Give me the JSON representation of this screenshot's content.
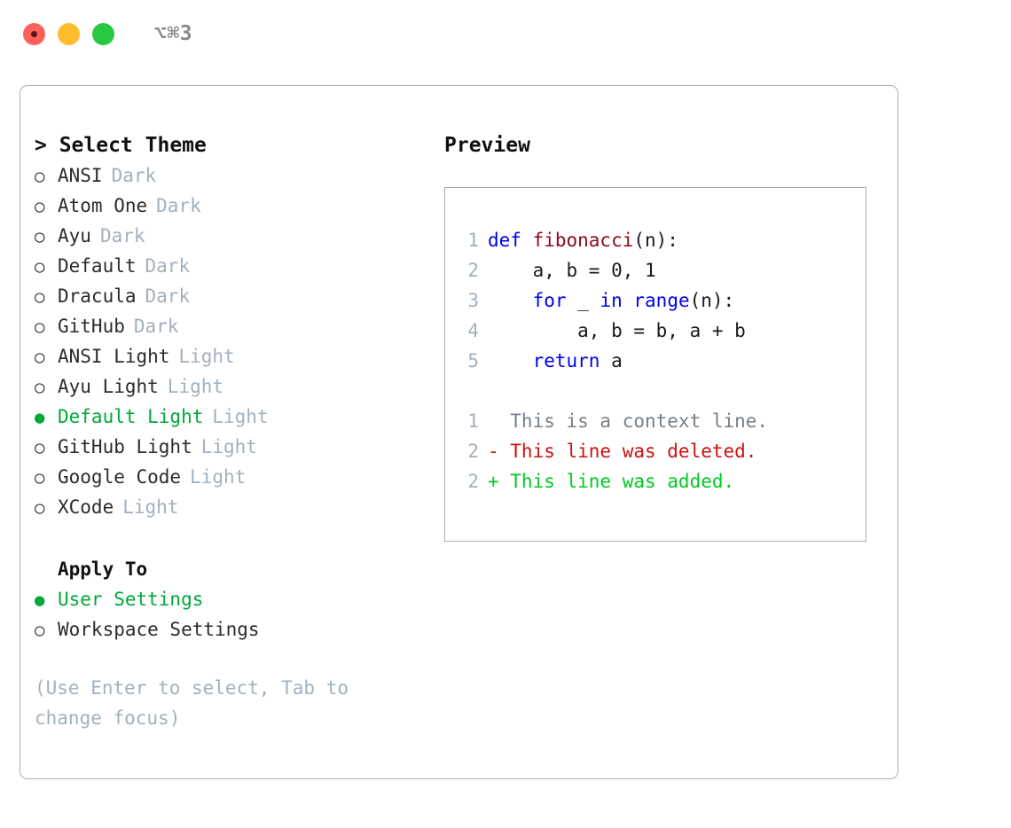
{
  "titlebar": {
    "shortcut": "⌥⌘3",
    "buttons": [
      {
        "name": "close",
        "color": "#ff6059"
      },
      {
        "name": "minimize",
        "color": "#ffbd2e"
      },
      {
        "name": "maximize",
        "color": "#28c840"
      }
    ]
  },
  "theme_panel": {
    "header": "> Select Theme",
    "marker_selected": "●",
    "marker_unselected": "○",
    "items": [
      {
        "name": "ANSI",
        "kind": "Dark",
        "selected": false
      },
      {
        "name": "Atom One",
        "kind": "Dark",
        "selected": false
      },
      {
        "name": "Ayu",
        "kind": "Dark",
        "selected": false
      },
      {
        "name": "Default",
        "kind": "Dark",
        "selected": false
      },
      {
        "name": "Dracula",
        "kind": "Dark",
        "selected": false
      },
      {
        "name": "GitHub",
        "kind": "Dark",
        "selected": false
      },
      {
        "name": "ANSI Light",
        "kind": "Light",
        "selected": false
      },
      {
        "name": "Ayu Light",
        "kind": "Light",
        "selected": false
      },
      {
        "name": "Default Light",
        "kind": "Light",
        "selected": true
      },
      {
        "name": "GitHub Light",
        "kind": "Light",
        "selected": false
      },
      {
        "name": "Google Code",
        "kind": "Light",
        "selected": false
      },
      {
        "name": "XCode",
        "kind": "Light",
        "selected": false
      }
    ]
  },
  "apply_to": {
    "header": "Apply To",
    "options": [
      {
        "label": "User Settings",
        "selected": true
      },
      {
        "label": "Workspace Settings",
        "selected": false
      }
    ]
  },
  "hint": "(Use Enter to select, Tab to change focus)",
  "preview": {
    "header": "Preview",
    "code_lines": [
      {
        "number": "1",
        "segments": [
          {
            "text": "def ",
            "style": "kw"
          },
          {
            "text": "fibonacci",
            "style": "fn"
          },
          {
            "text": "(n):",
            "style": "plain"
          }
        ]
      },
      {
        "number": "2",
        "segments": [
          {
            "text": "    a, b = 0, 1",
            "style": "plain"
          }
        ]
      },
      {
        "number": "3",
        "segments": [
          {
            "text": "    for ",
            "style": "kw"
          },
          {
            "text": "_ ",
            "style": "plain"
          },
          {
            "text": "in ",
            "style": "kw"
          },
          {
            "text": "range",
            "style": "kw"
          },
          {
            "text": "(n):",
            "style": "plain"
          }
        ]
      },
      {
        "number": "4",
        "segments": [
          {
            "text": "        a, b = b, a + b",
            "style": "plain"
          }
        ]
      },
      {
        "number": "5",
        "segments": [
          {
            "text": "    return ",
            "style": "kw"
          },
          {
            "text": "a",
            "style": "plain"
          }
        ]
      }
    ],
    "diff_lines": [
      {
        "number": "1",
        "text": "  This is a context line.",
        "style": "diff-ctx"
      },
      {
        "number": "2",
        "text": "- This line was deleted.",
        "style": "diff-del"
      },
      {
        "number": "2",
        "text": "+ This line was added.",
        "style": "diff-add"
      }
    ]
  },
  "colors": {
    "accent_green": "#00a838",
    "muted_gray": "#a3b0be",
    "keyword_blue": "#0000ee",
    "function_red": "#8b0a1a",
    "diff_deleted": "#cc1111",
    "diff_added": "#00cc22",
    "border": "#a3b0be",
    "text": "#2b2b2b"
  }
}
